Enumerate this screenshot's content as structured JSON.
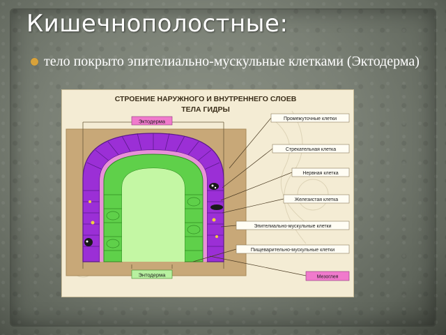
{
  "slide": {
    "title": "Кишечнополостные:",
    "bullet": "тело покрыто эпителиально-мускульные клетками (Эктодерма)"
  },
  "figure": {
    "heading_line1": "СТРОЕНИЕ НАРУЖНОГО И ВНУТРЕННЕГО СЛОЕВ",
    "heading_line2": "ТЕЛА ГИДРЫ",
    "label_ectoderm": "Эктодерма",
    "label_endoderm": "Энтодерма",
    "callouts": [
      "Промежуточные клетки",
      "Стрекательная клетка",
      "Нервная клетка",
      "Железистая клетка",
      "Эпителиально-мускульные клетки",
      "Пищеварительно-мускульные клетки",
      "Мезоглея"
    ],
    "colors": {
      "ectoderm": "#9b2fd6",
      "ectoderm_dark": "#5a1a8a",
      "mesoglea": "#e890d8",
      "endoderm": "#5fd04a",
      "endoderm_light": "#a8ee8a",
      "cavity": "#c4f7a4",
      "panel": "#c8a878",
      "callout_mesoglea": "#f07acc"
    }
  }
}
